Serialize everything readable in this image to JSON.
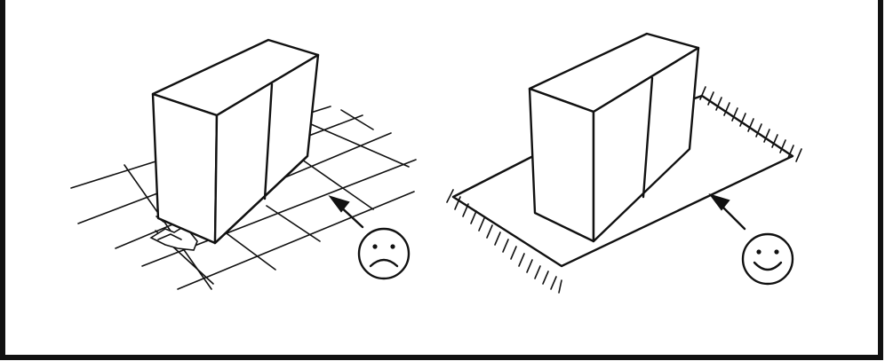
{
  "scene": {
    "panels": [
      {
        "id": "incorrect",
        "surface": "tile-grid-floor",
        "object": "cabinet",
        "damage": "chipped-tile",
        "verdict_icon": "sad-face-icon"
      },
      {
        "id": "correct",
        "surface": "fringed-rug",
        "object": "cabinet",
        "verdict_icon": "smiley-face-icon"
      }
    ],
    "colors": {
      "ink": "#111111",
      "background": "#ffffff"
    }
  }
}
